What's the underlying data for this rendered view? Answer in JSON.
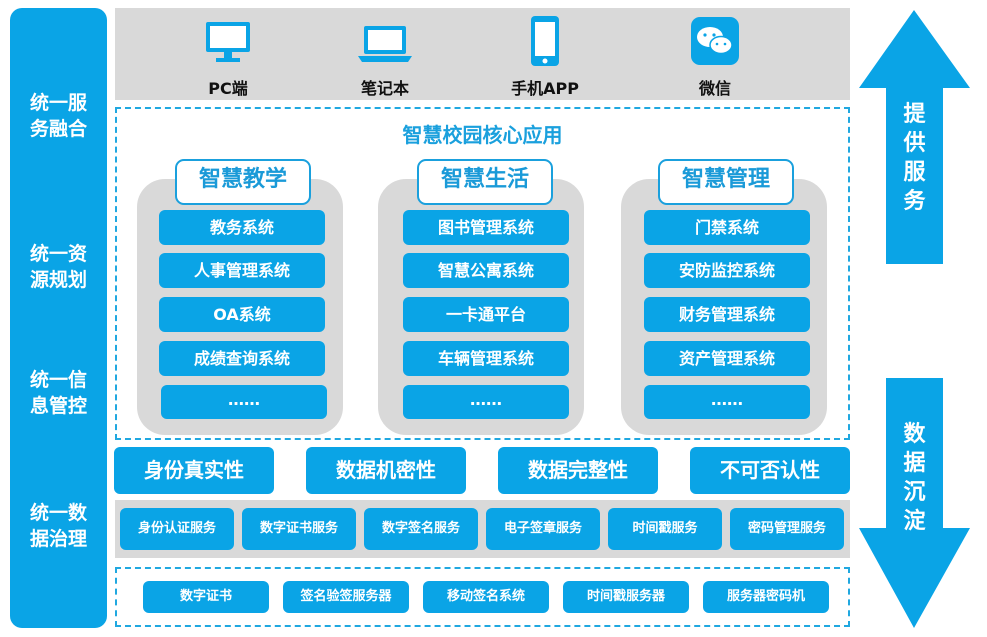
{
  "left_column": {
    "items": [
      {
        "line1": "统一服",
        "line2": "务融合"
      },
      {
        "line1": "统一资",
        "line2": "源规划"
      },
      {
        "line1": "统一信",
        "line2": "息管控"
      },
      {
        "line1": "统一数",
        "line2": "据治理"
      }
    ]
  },
  "devices": [
    {
      "label": "PC端",
      "icon": "monitor-icon"
    },
    {
      "label": "笔记本",
      "icon": "laptop-icon"
    },
    {
      "label": "手机APP",
      "icon": "phone-icon"
    },
    {
      "label": "微信",
      "icon": "wechat-icon"
    }
  ],
  "core": {
    "title": "智慧校园核心应用",
    "groups": [
      {
        "title": "智慧教学",
        "systems": [
          "教务系统",
          "人事管理系统",
          "OA系统",
          "成绩查询系统",
          "……"
        ]
      },
      {
        "title": "智慧生活",
        "systems": [
          "图书管理系统",
          "智慧公寓系统",
          "一卡通平台",
          "车辆管理系统",
          "……"
        ]
      },
      {
        "title": "智慧管理",
        "systems": [
          "门禁系统",
          "安防监控系统",
          "财务管理系统",
          "资产管理系统",
          "……"
        ]
      }
    ]
  },
  "properties": [
    "身份真实性",
    "数据机密性",
    "数据完整性",
    "不可否认性"
  ],
  "services": [
    "身份认证服务",
    "数字证书服务",
    "数字签名服务",
    "电子签章服务",
    "时间戳服务",
    "密码管理服务"
  ],
  "infrastructure": [
    "数字证书",
    "签名验签服务器",
    "移动签名系统",
    "时间戳服务器",
    "服务器密码机"
  ],
  "arrows": {
    "up": {
      "chars": [
        "提",
        "供",
        "服",
        "务"
      ]
    },
    "down": {
      "chars": [
        "数",
        "据",
        "沉",
        "淀"
      ]
    }
  },
  "colors": {
    "primary": "#0aa4e6",
    "panel": "#d9d9d9",
    "title": "#1aa0dd"
  }
}
